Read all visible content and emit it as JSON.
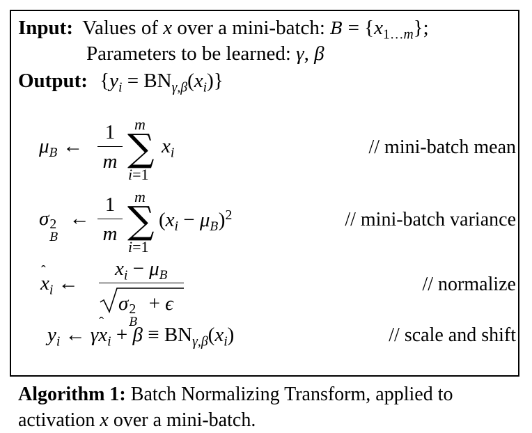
{
  "header": {
    "input_label": "Input:",
    "input_text": "Values of",
    "input_over": "over a mini-batch:",
    "params_text": "Parameters to be learned:",
    "output_label": "Output:"
  },
  "comments": {
    "mean": "// mini-batch mean",
    "variance": "// mini-batch variance",
    "normalize": "// normalize",
    "scale": "// scale and shift"
  },
  "caption": {
    "label": "Algorithm 1:",
    "text": "Batch Normalizing Transform, applied to activation",
    "text_end": "over a mini-batch."
  }
}
